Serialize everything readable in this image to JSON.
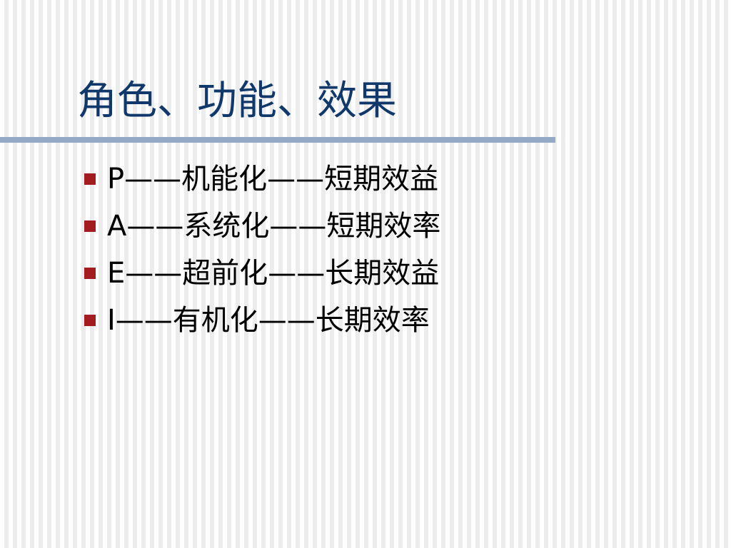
{
  "slide": {
    "title": "角色、功能、效果",
    "bullets": [
      "P——机能化——短期效益",
      "A——系统化——短期效率",
      "E——超前化——长期效益",
      "I——有机化——长期效率"
    ]
  },
  "colors": {
    "title": "#10386a",
    "divider": "#93a9c6",
    "bullet_marker": "#a31c1f",
    "text": "#000000"
  }
}
